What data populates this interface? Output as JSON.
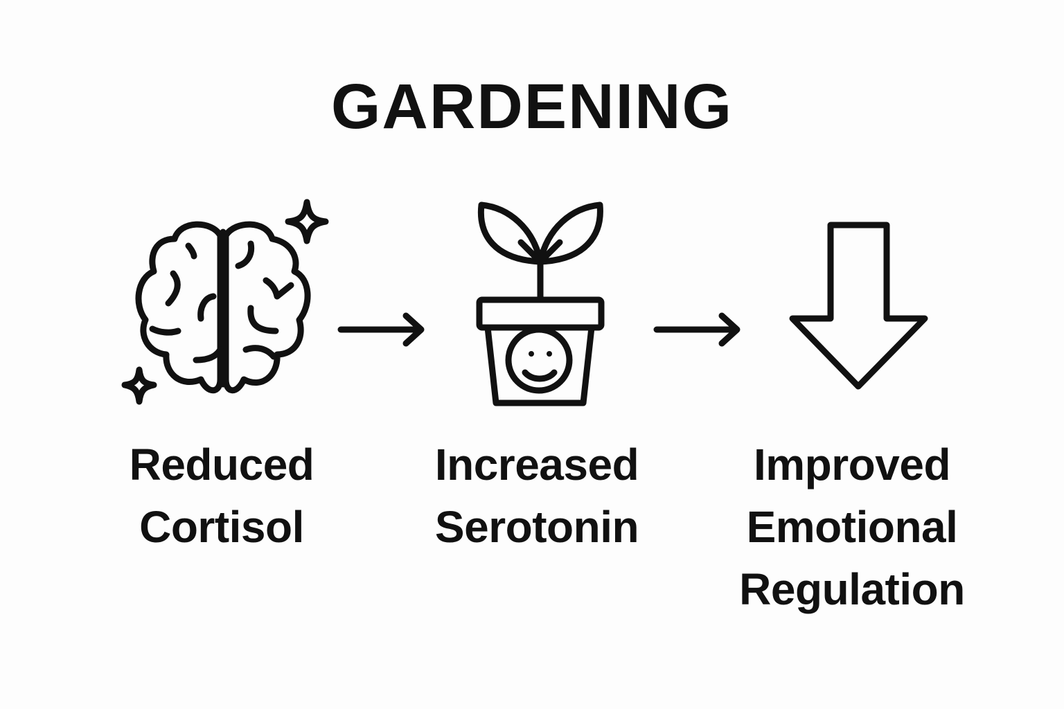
{
  "title": "GARDENING",
  "steps": [
    {
      "icon": "brain-sparkle-icon",
      "lines": [
        "Reduced",
        "Cortisol"
      ]
    },
    {
      "icon": "plant-pot-smiley-icon",
      "lines": [
        "Increased",
        "Serotonin"
      ]
    },
    {
      "icon": "down-arrow-icon",
      "lines": [
        "Improved",
        "Emotional",
        "Regulation"
      ]
    }
  ],
  "connectors": [
    "right-arrow-icon",
    "right-arrow-icon"
  ],
  "colors": {
    "stroke": "#111111",
    "background": "#fdfdfd"
  }
}
